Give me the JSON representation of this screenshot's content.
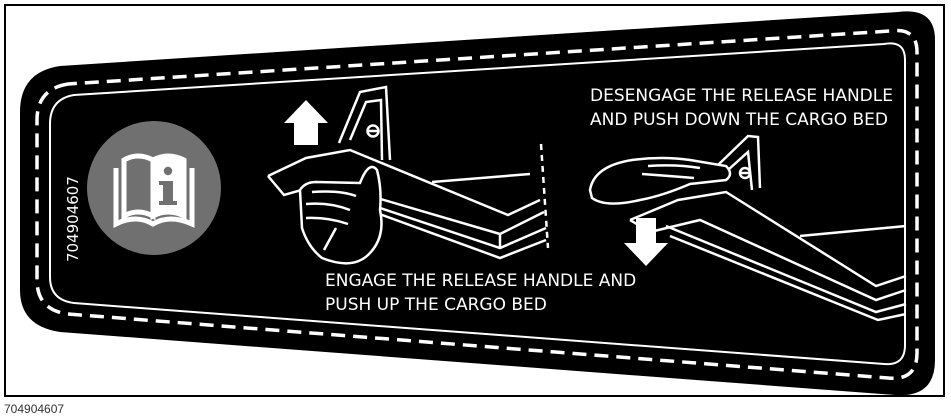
{
  "label": {
    "part_number_vertical": "704904607",
    "instruction_top_line1": "DESENGAGE THE RELEASE HANDLE",
    "instruction_top_line2": "AND PUSH DOWN THE CARGO BED",
    "instruction_bottom_line1": "ENGAGE THE RELEASE HANDLE AND",
    "instruction_bottom_line2": "PUSH UP THE CARGO BED",
    "icon": "read-manual-icon"
  },
  "footer": {
    "part_number": "704904607"
  },
  "colors": {
    "label_background": "#000000",
    "line_art": "#ffffff",
    "manual_icon_circle": "#707070"
  }
}
